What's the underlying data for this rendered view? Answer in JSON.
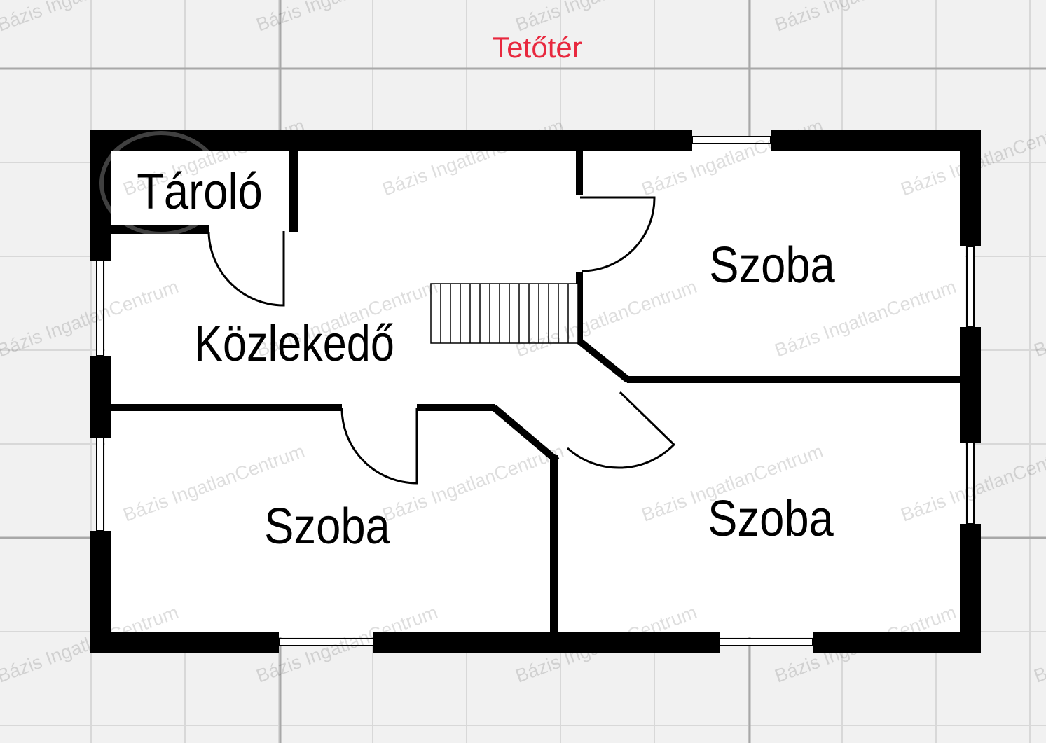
{
  "title": "Tetőtér",
  "watermark": "Bázis IngatlanCentrum",
  "rooms": {
    "storage": "Tároló",
    "corridor": "Közlekedő",
    "room_top_right": "Szoba",
    "room_bottom_left": "Szoba",
    "room_bottom_right": "Szoba"
  },
  "colors": {
    "title": "#e8283e",
    "wall": "#000000",
    "background": "#f1f1f1",
    "grid": "#d6d6d6"
  }
}
